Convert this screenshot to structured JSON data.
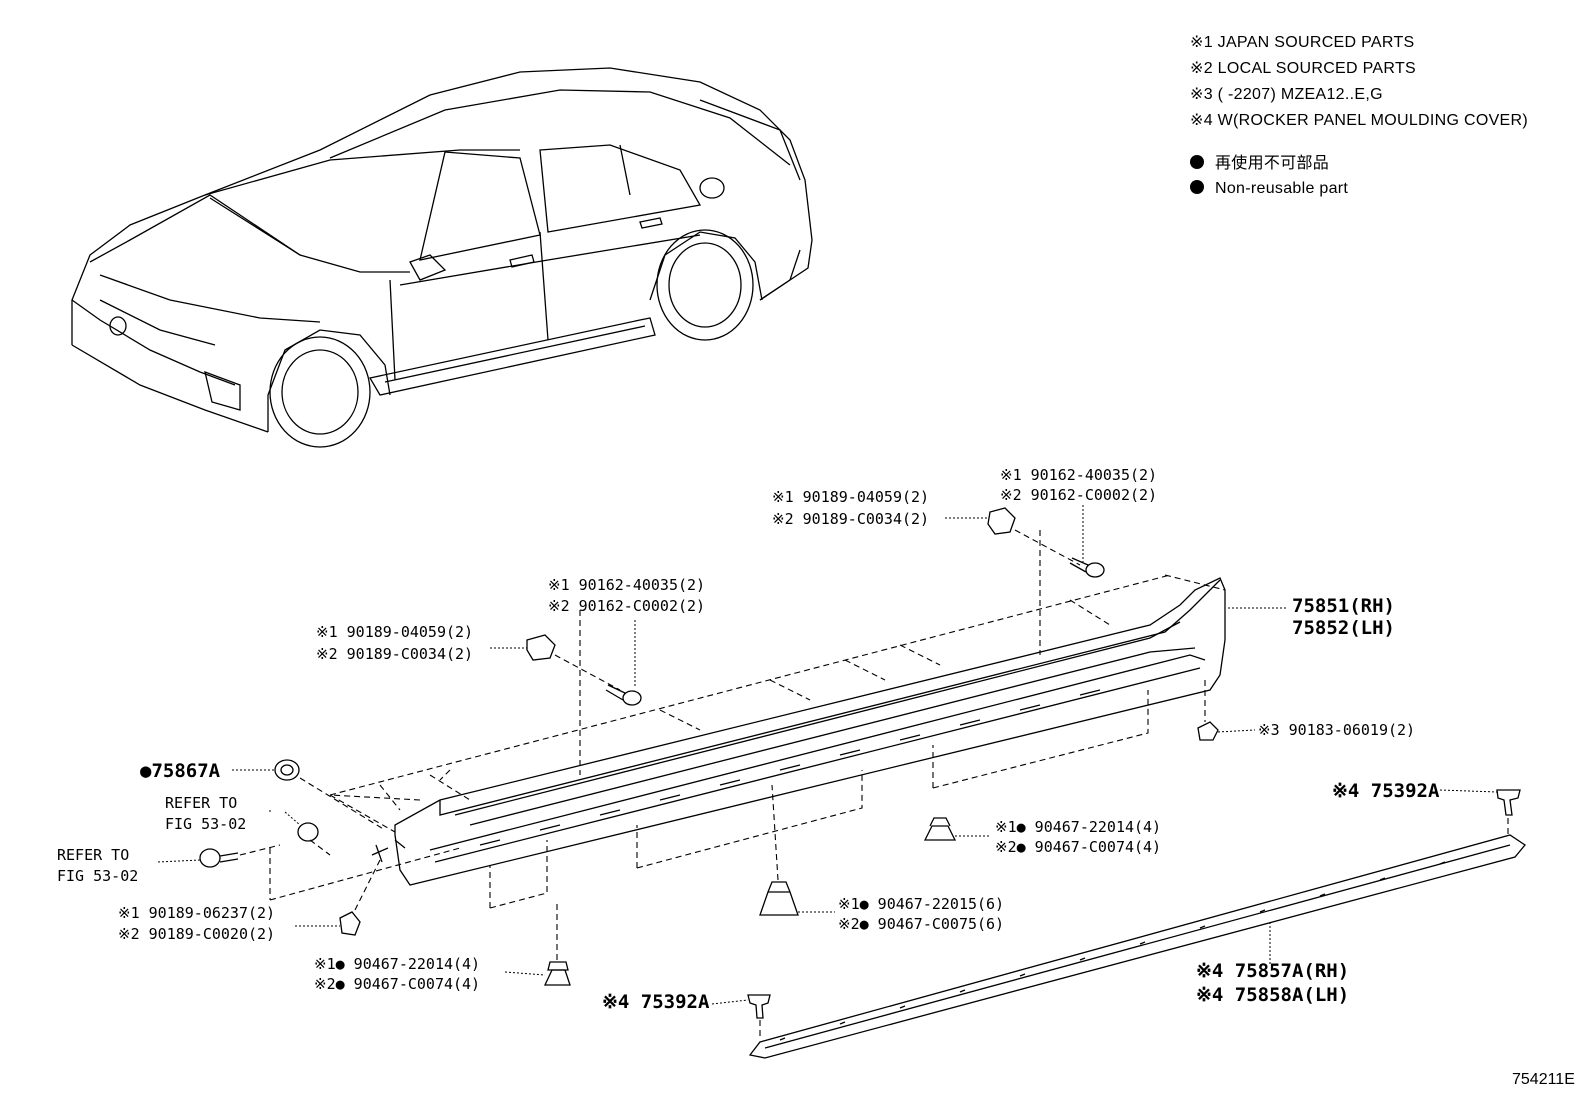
{
  "legend": {
    "lines": [
      "※1  JAPAN SOURCED PARTS",
      "※2  LOCAL SOURCED PARTS",
      "※3 (        -2207) MZEA12..E,G",
      "※4 W(ROCKER PANEL MOULDING COVER)"
    ],
    "nonreusable_jp": "再使用不可部品",
    "nonreusable_en": "Non-reusable part"
  },
  "labels": {
    "top_clip_right": [
      "※1 90189-04059(2)",
      "※2 90189-C0034(2)"
    ],
    "top_screw_right": [
      "※1 90162-40035(2)",
      "※2 90162-C0002(2)"
    ],
    "mid_screw": [
      "※1 90162-40035(2)",
      "※2 90162-C0002(2)"
    ],
    "mid_clip": [
      "※1 90189-04059(2)",
      "※2 90189-C0034(2)"
    ],
    "moulding": [
      "75851(RH)",
      "75852(LH)"
    ],
    "nut_right": "※3 90183-06019(2)",
    "grommet": "●75867A",
    "refer_upper": [
      "REFER TO",
      "FIG 53-02"
    ],
    "refer_lower": [
      "REFER TO",
      "FIG 53-02"
    ],
    "clip_lower_left": [
      "※1 90189-06237(2)",
      "※2 90189-C0020(2)"
    ],
    "clip_bottom_left": [
      "※1● 90467-22014(4)",
      "※2● 90467-C0074(4)"
    ],
    "clip_center": [
      "※1● 90467-22015(6)",
      "※2● 90467-C0075(6)"
    ],
    "clip_right": [
      "※1● 90467-22014(4)",
      "※2● 90467-C0074(4)"
    ],
    "cover_clip_right": "※4 75392A",
    "cover_clip_left": "※4 75392A",
    "cover": [
      "※4 75857A(RH)",
      "※4 75858A(LH)"
    ]
  },
  "figure_code": "754211E"
}
